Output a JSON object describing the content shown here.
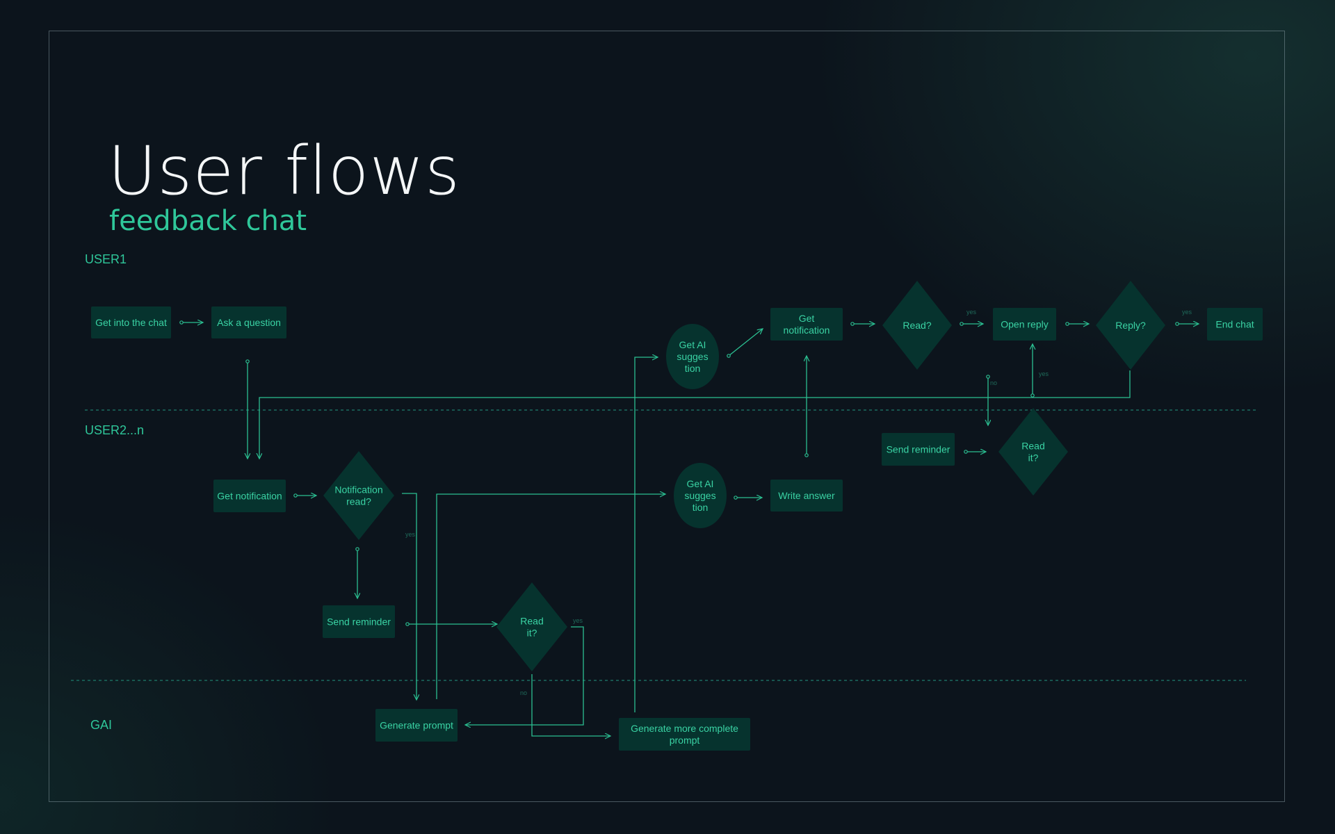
{
  "title": "User flows",
  "subtitle": "feedback chat",
  "lanes": {
    "user1": "USER1",
    "user2": "USER2...n",
    "gai": "GAI"
  },
  "nodes": {
    "get_into_chat": "Get into the chat",
    "ask_question": "Ask a question",
    "get_ai_suggestion_top": "Get AI|sugges|tion",
    "get_notification_top": "Get|notification",
    "read_top": "Read?",
    "open_reply": "Open reply",
    "reply": "Reply?",
    "end_chat": "End chat",
    "send_reminder_right": "Send reminder",
    "read_it_right": "Read|it?",
    "get_notification_mid": "Get notification",
    "notification_read": "Notification|read?",
    "get_ai_suggestion_mid": "Get AI|sugges|tion",
    "write_answer": "Write answer",
    "send_reminder_mid": "Send reminder",
    "read_it_mid": "Read|it?",
    "generate_prompt": "Generate prompt",
    "generate_more_prompt": "Generate more complete|prompt"
  },
  "edge_labels": {
    "yes": "yes",
    "no": "no"
  }
}
